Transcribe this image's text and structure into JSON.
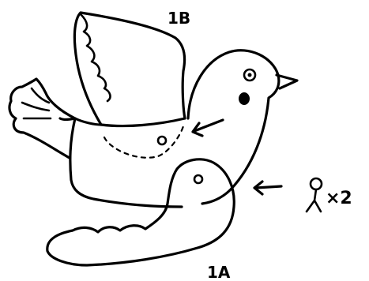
{
  "labels": {
    "part_b": "1B",
    "part_a": "1A",
    "quantity": "×2"
  },
  "colors": {
    "ink": "#000000",
    "paper": "#ffffff"
  }
}
